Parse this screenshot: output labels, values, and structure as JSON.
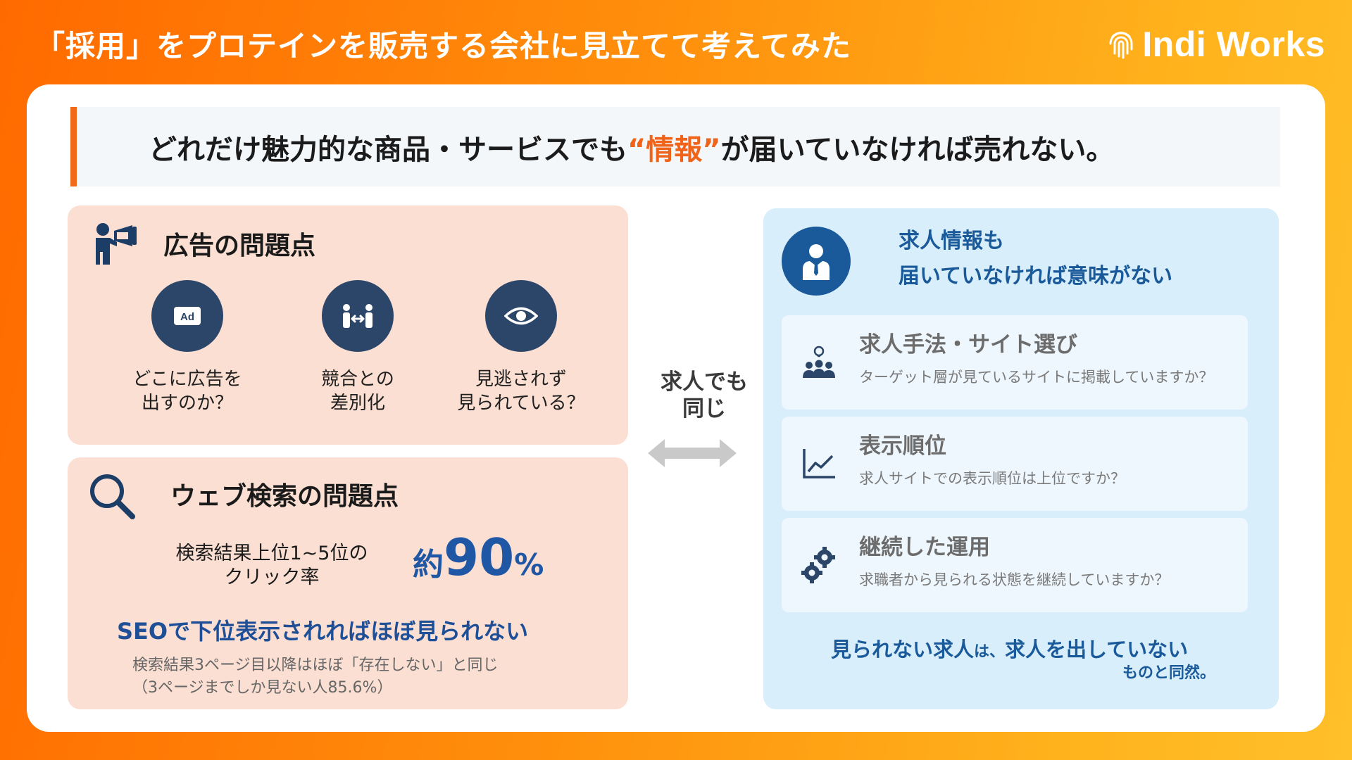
{
  "slide": {
    "title": "「採用」をプロテインを販売する会社に見立てて考えてみた",
    "logo_text": "Indi Works"
  },
  "headline": {
    "before": "どれだけ魅力的な商品・サービスでも",
    "accent": "“情報”",
    "after": "が届いていなければ売れない。",
    "accent_color": "#f0641a"
  },
  "ad_section": {
    "title": "広告の問題点",
    "items": [
      {
        "icon": "ad-icon",
        "label": "どこに広告を\n出すのか？"
      },
      {
        "icon": "compete-arrows-icon",
        "label": "競合との\n差別化"
      },
      {
        "icon": "eye-icon",
        "label": "見逃されず\n見られている？"
      }
    ]
  },
  "web_section": {
    "title": "ウェブ検索の問題点",
    "ctr_label": "検索結果上位1~5位の\nクリック率",
    "stat_prefix": "約",
    "stat_value": "90",
    "stat_unit": "%",
    "seo_text": "SEOで下位表示されればほぼ見られない",
    "note": "検索結果3ページ目以降はほぼ「存在しない」と同じ\n（3ページまでしか見ない人85.6%）"
  },
  "middle": {
    "label": "求人でも\n同じ"
  },
  "job_section": {
    "title": "求人情報も\n届いていなければ意味がない",
    "features": [
      {
        "icon": "team-idea-icon",
        "title": "求人手法・サイト選び",
        "desc": "ターゲット層が見ているサイトに掲載していますか？"
      },
      {
        "icon": "rising-chart-icon",
        "title": "表示順位",
        "desc": "求人サイトでの表示順位は上位ですか？"
      },
      {
        "icon": "gears-icon",
        "title": "継続した運用",
        "desc": "求職者から見られる状態を継続していますか？"
      }
    ],
    "bottom_main_a": "見られない求人",
    "bottom_small": "は、",
    "bottom_main_b": "求人を出していない",
    "bottom_sub": "ものと同然。"
  },
  "colors": {
    "orange": "#ff6a00",
    "navy": "#2c4669",
    "blue": "#1a5a9a",
    "peach_panel": "#fbdfd2",
    "sky_panel": "#d8eefb"
  }
}
